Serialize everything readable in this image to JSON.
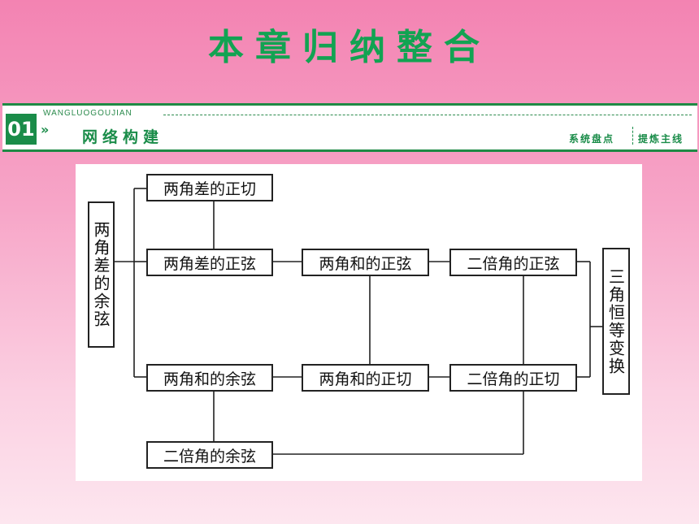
{
  "slide": {
    "title": "本章归纳整合"
  },
  "banner": {
    "number": "01",
    "pinyin": "WANGLUOGOUJIAN",
    "arrows": "»",
    "section_title": "网络构建",
    "tag_left": "系统盘点",
    "tag_right": "提炼主线"
  },
  "diagram": {
    "nodes": {
      "diff_cos": "两角差的余弦",
      "diff_tan": "两角差的正切",
      "diff_sin": "两角差的正弦",
      "sum_sin": "两角和的正弦",
      "double_sin": "二倍角的正弦",
      "sum_cos": "两角和的余弦",
      "sum_tan": "两角和的正切",
      "double_tan": "二倍角的正切",
      "double_cos": "二倍角的余弦",
      "identity": "三角恒等变换"
    }
  }
}
